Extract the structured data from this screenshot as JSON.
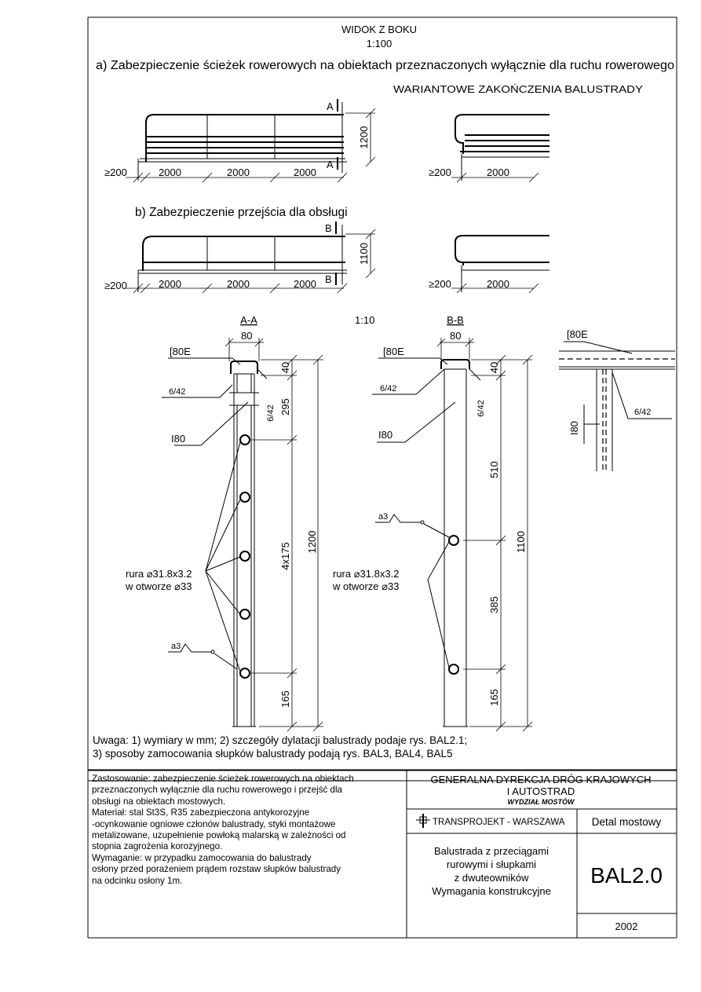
{
  "header": {
    "title": "WIDOK Z BOKU",
    "scale_side": "1:100",
    "section_a": "a) Zabezpieczenie ścieżek rowerowych na obiektach przeznaczonych wyłącznie dla ruchu rowerowego",
    "variant_title": "WARIANTOWE ZAKOŃCZENIA BALUSTRADY",
    "section_b": "b) Zabezpieczenie przejścia dla obsługi"
  },
  "side_view": {
    "min_end": "≥200",
    "span": "2000",
    "height_a": "1200",
    "height_b": "1100",
    "mark_a": "A",
    "mark_b": "B"
  },
  "sections": {
    "scale_detail": "1:10",
    "aa_title": "A-A",
    "bb_title": "B-B",
    "width": "80",
    "channel": "[80E",
    "weld_fillet": "6/42",
    "i_beam": "I80",
    "top_gap": "40",
    "aa_first": "295",
    "aa_spacing": "4x175",
    "aa_total": "1200",
    "bottom": "165",
    "bb_first": "510",
    "bb_spacing": "385",
    "bb_total": "1100",
    "weld_a3": "a3",
    "pipe_line1": "rura ⌀31.8x3.2",
    "pipe_line2": "w otworze ⌀33"
  },
  "notes": {
    "line1": "Uwaga: 1) wymiary w mm; 2) szczegóły dylatacji balustrady podaje rys. BAL2.1;",
    "line2": "3) sposoby zamocowania słupków balustrady podają rys. BAL3, BAL4, BAL5"
  },
  "description": [
    "Zastosowanie: zabezpieczenie ścieżek rowerowych na obiektach",
    "przeznaczonych wyłącznie dla ruchu rowerowego i przejść dla",
    "obsługi na obiektach mostowych.",
    "Materiał: stal St3S, R35 zabezpieczona antykorozyjne",
    "-ocynkowanie ogniowe członów balustrady, styki montażowe",
    "metalizowane, uzupełnienie powłoką malarską w zależności od",
    "stopnia zagrożenia korozyjnego.",
    "Wymaganie: w przypadku zamocowania do balustrady",
    "osłony przed porażeniem prądem rozstaw słupków balustrady",
    "na odcinku osłony 1m."
  ],
  "title_block": {
    "org_line1": "GENERALNA DYREKCJA DRÓG KRAJOWYCH",
    "org_line2": "I AUTOSTRAD",
    "org_dept": "WYDZIAŁ MOSTÓW",
    "company": "TRANSPROJEKT - WARSZAWA",
    "category": "Detal mostowy",
    "desc_lines": [
      "Balustrada z przeciągami",
      "rurowymi i słupkami",
      "z dwuteowników",
      "Wymagania konstrukcyjne"
    ],
    "drawing_no": "BAL2.0",
    "year": "2002"
  }
}
